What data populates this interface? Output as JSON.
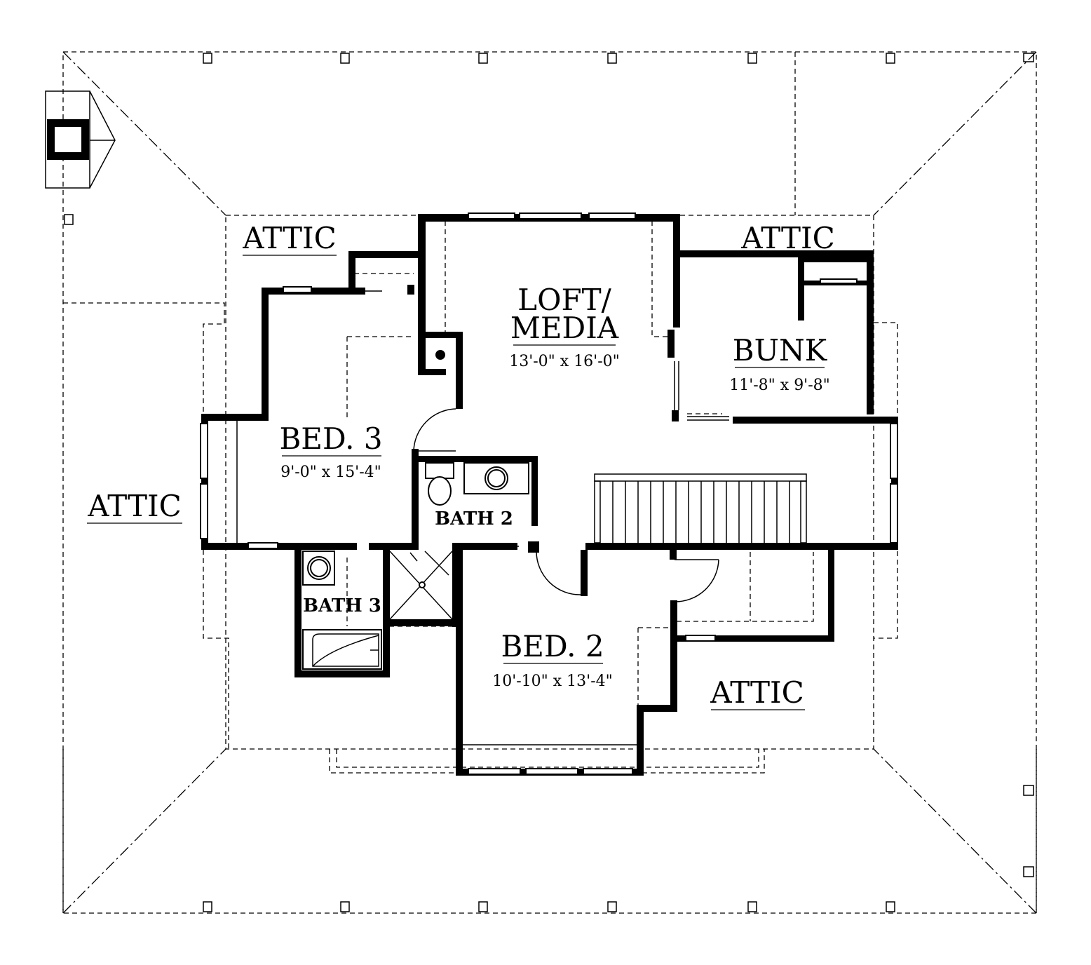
{
  "plan": {
    "rooms": {
      "loft": {
        "name_line1": "LOFT/",
        "name_line2": "MEDIA",
        "dims": "13'-0\" x 16'-0\""
      },
      "bunk": {
        "name": "BUNK",
        "dims": "11'-8\" x 9'-8\""
      },
      "bed3": {
        "name": "BED. 3",
        "dims": "9'-0\" x 15'-4\""
      },
      "bed2": {
        "name": "BED. 2",
        "dims": "10'-10\" x 13'-4\""
      },
      "bath2": {
        "name": "BATH 2"
      },
      "bath3": {
        "name": "BATH 3"
      }
    },
    "attics": [
      "ATTIC",
      "ATTIC",
      "ATTIC",
      "ATTIC"
    ]
  }
}
